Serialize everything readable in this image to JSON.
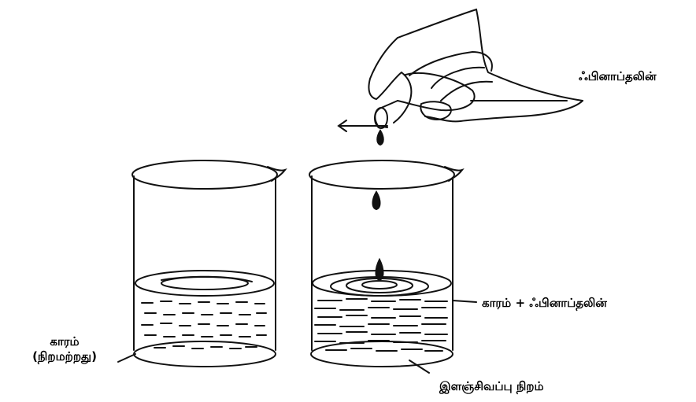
{
  "labels": {
    "phenolphthalein": "ஃபினாப்தலின்",
    "base_plus_phenolphthalein": "காரம் + ஃபினாப்தலின்",
    "base": "காரம்",
    "colourless": "(நிறமற்றது)",
    "pink_colour": "இளஞ்சிவப்பு நிறம்"
  }
}
